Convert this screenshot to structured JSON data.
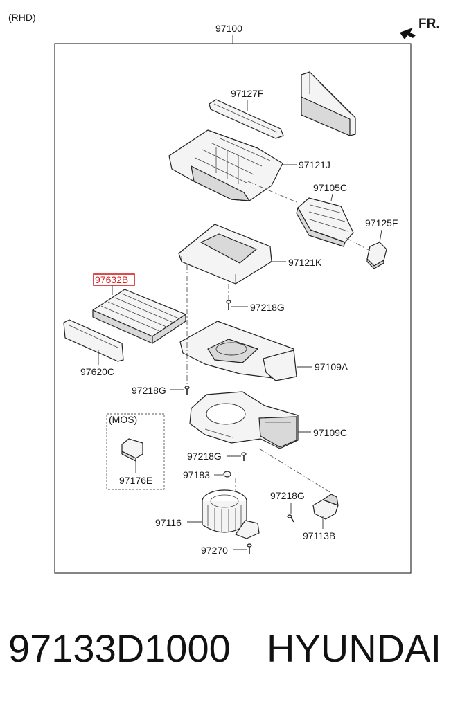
{
  "diagram": {
    "variant": "(RHD)",
    "front_label": "FR.",
    "assembly_label": "97100",
    "mos_label": "(MOS)",
    "parts": {
      "p97127F": "97127F",
      "p97121J": "97121J",
      "p97105C": "97105C",
      "p97125F": "97125F",
      "p97121K": "97121K",
      "p97632B": "97632B",
      "p97218G_a": "97218G",
      "p97620C": "97620C",
      "p97109A": "97109A",
      "p97218G_b": "97218G",
      "p97109C": "97109C",
      "p97218G_c": "97218G",
      "p97176E": "97176E",
      "p97183": "97183",
      "p97218G_d": "97218G",
      "p97116": "97116",
      "p97113B": "97113B",
      "p97270": "97270"
    },
    "highlight_color": "#d42020"
  },
  "footer": {
    "part_number": "97133D1000",
    "brand": "HYUNDAI"
  }
}
